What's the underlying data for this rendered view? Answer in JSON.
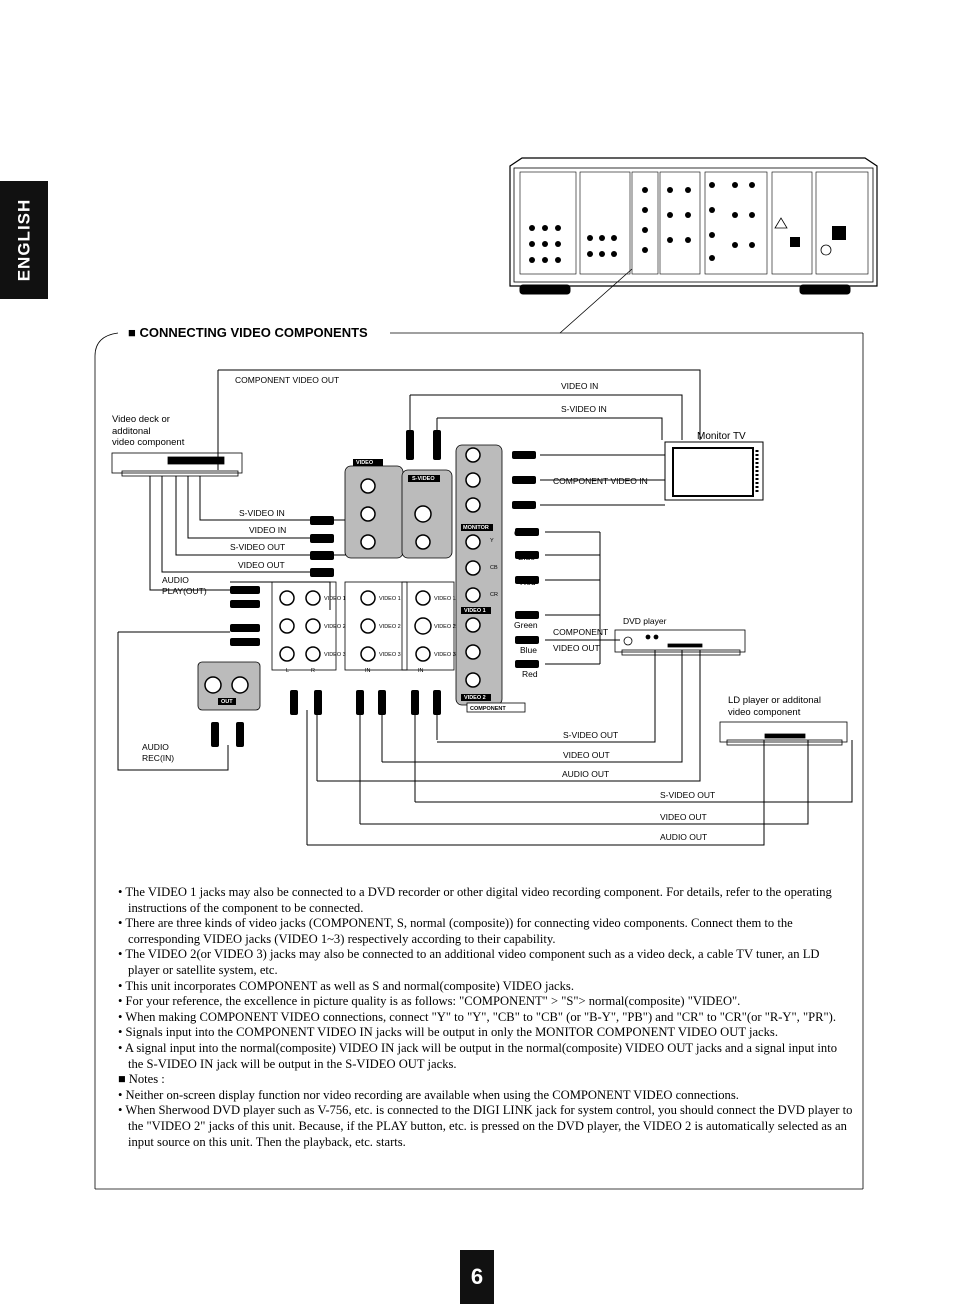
{
  "language_tab": "ENGLISH",
  "section_title": "■ CONNECTING VIDEO COMPONENTS",
  "labels": {
    "component_video_out_top": "COMPONENT VIDEO OUT",
    "video_in_top": "VIDEO IN",
    "s_video_in_top": "S-VIDEO IN",
    "monitor_tv": "Monitor TV",
    "green1": "Green",
    "blue1": "Blue",
    "red1": "Red",
    "component_video_in": "COMPONENT VIDEO IN",
    "green2": "Green",
    "blue2": "Blue",
    "red2": "Red",
    "green3": "Green",
    "blue3": "Blue",
    "red3": "Red",
    "video_deck": [
      "Video deck or",
      "additonal",
      "video component"
    ],
    "s_video_in_left": "S-VIDEO IN",
    "video_in_left": "VIDEO IN",
    "s_video_out_left": "S-VIDEO OUT",
    "video_out_left": "VIDEO OUT",
    "audio_play_out": [
      "AUDIO",
      "PLAY(OUT)"
    ],
    "audio_rec_in": [
      "AUDIO",
      "REC(IN)"
    ],
    "dvd_player": "DVD player",
    "component_video_out_dvd": [
      "COMPONENT",
      "VIDEO OUT"
    ],
    "ld_player": [
      "LD player or additonal",
      "video component"
    ],
    "s_video_out_ld1": "S-VIDEO OUT",
    "video_out_ld1": "VIDEO OUT",
    "audio_out_ld1": "AUDIO OUT",
    "s_video_out_ld2": "S-VIDEO OUT",
    "video_out_ld2": "VIDEO OUT",
    "audio_out_ld2": "AUDIO OUT"
  },
  "panel_labels": {
    "video": "VIDEO",
    "out": "OUT",
    "s_video": "S-VIDEO",
    "monitor": "MONITOR",
    "video1": "VIDEO 1",
    "video2": "VIDEO 2",
    "video3": "VIDEO 3",
    "in": "IN",
    "component": "COMPONENT",
    "y": "Y",
    "cb": "CB",
    "cr": "CR",
    "l": "L",
    "r": "R"
  },
  "notes": [
    "• The VIDEO 1 jacks may also be connected to a DVD recorder or other digital video recording component. For details, refer to the operating instructions of the component to be connected.",
    "• There are three kinds of video jacks (COMPONENT, S, normal (composite)) for connecting video components. Connect them to the corresponding VIDEO jacks (VIDEO 1~3) respectively according to their capability.",
    "• The VIDEO 2(or VIDEO 3) jacks may also be connected to an additional video component such as a video deck, a cable TV tuner, an LD player or satellite system, etc.",
    "• This unit incorporates COMPONENT as well as S and normal(composite) VIDEO jacks.",
    "• For your reference, the excellence in picture quality is as follows: \"COMPONENT\" > \"S\"> normal(composite) \"VIDEO\".",
    "• When making COMPONENT VIDEO connections, connect \"Y\" to \"Y\", \"CB\" to \"CB\" (or \"B-Y\", \"PB\") and \"CR\" to \"CR\"(or \"R-Y\", \"PR\").",
    "• Signals input into the COMPONENT VIDEO IN jacks will be output in only the MONITOR COMPONENT VIDEO OUT jacks.",
    "• A signal input into the normal(composite) VIDEO IN jack will be output in the normal(composite) VIDEO OUT jacks and a signal input into the S-VIDEO IN jack will be output in the S-VIDEO OUT jacks.",
    "■ Notes :",
    "• Neither on-screen display function nor video recording are available when using the COMPONENT VIDEO connections.",
    "• When Sherwood DVD player such as V-756, etc. is connected to the DIGI LINK jack for system control, you should connect the DVD player to the \"VIDEO 2\" jacks of this unit. Because, if the PLAY button, etc. is pressed on the DVD player, the VIDEO 2 is automatically selected as an input source on this unit. Then the playback, etc. starts."
  ],
  "page_number": "6"
}
